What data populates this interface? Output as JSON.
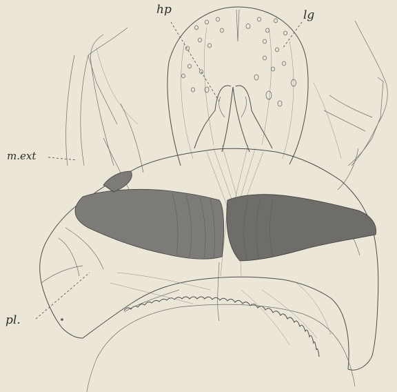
{
  "labels": {
    "hp": "hp",
    "lg": "lg",
    "m_ext": "m.ext",
    "pl": "pl."
  },
  "colors": {
    "paper": "#ece6d6",
    "ink": "#3f3f3f",
    "shading": "#7d7b77"
  }
}
